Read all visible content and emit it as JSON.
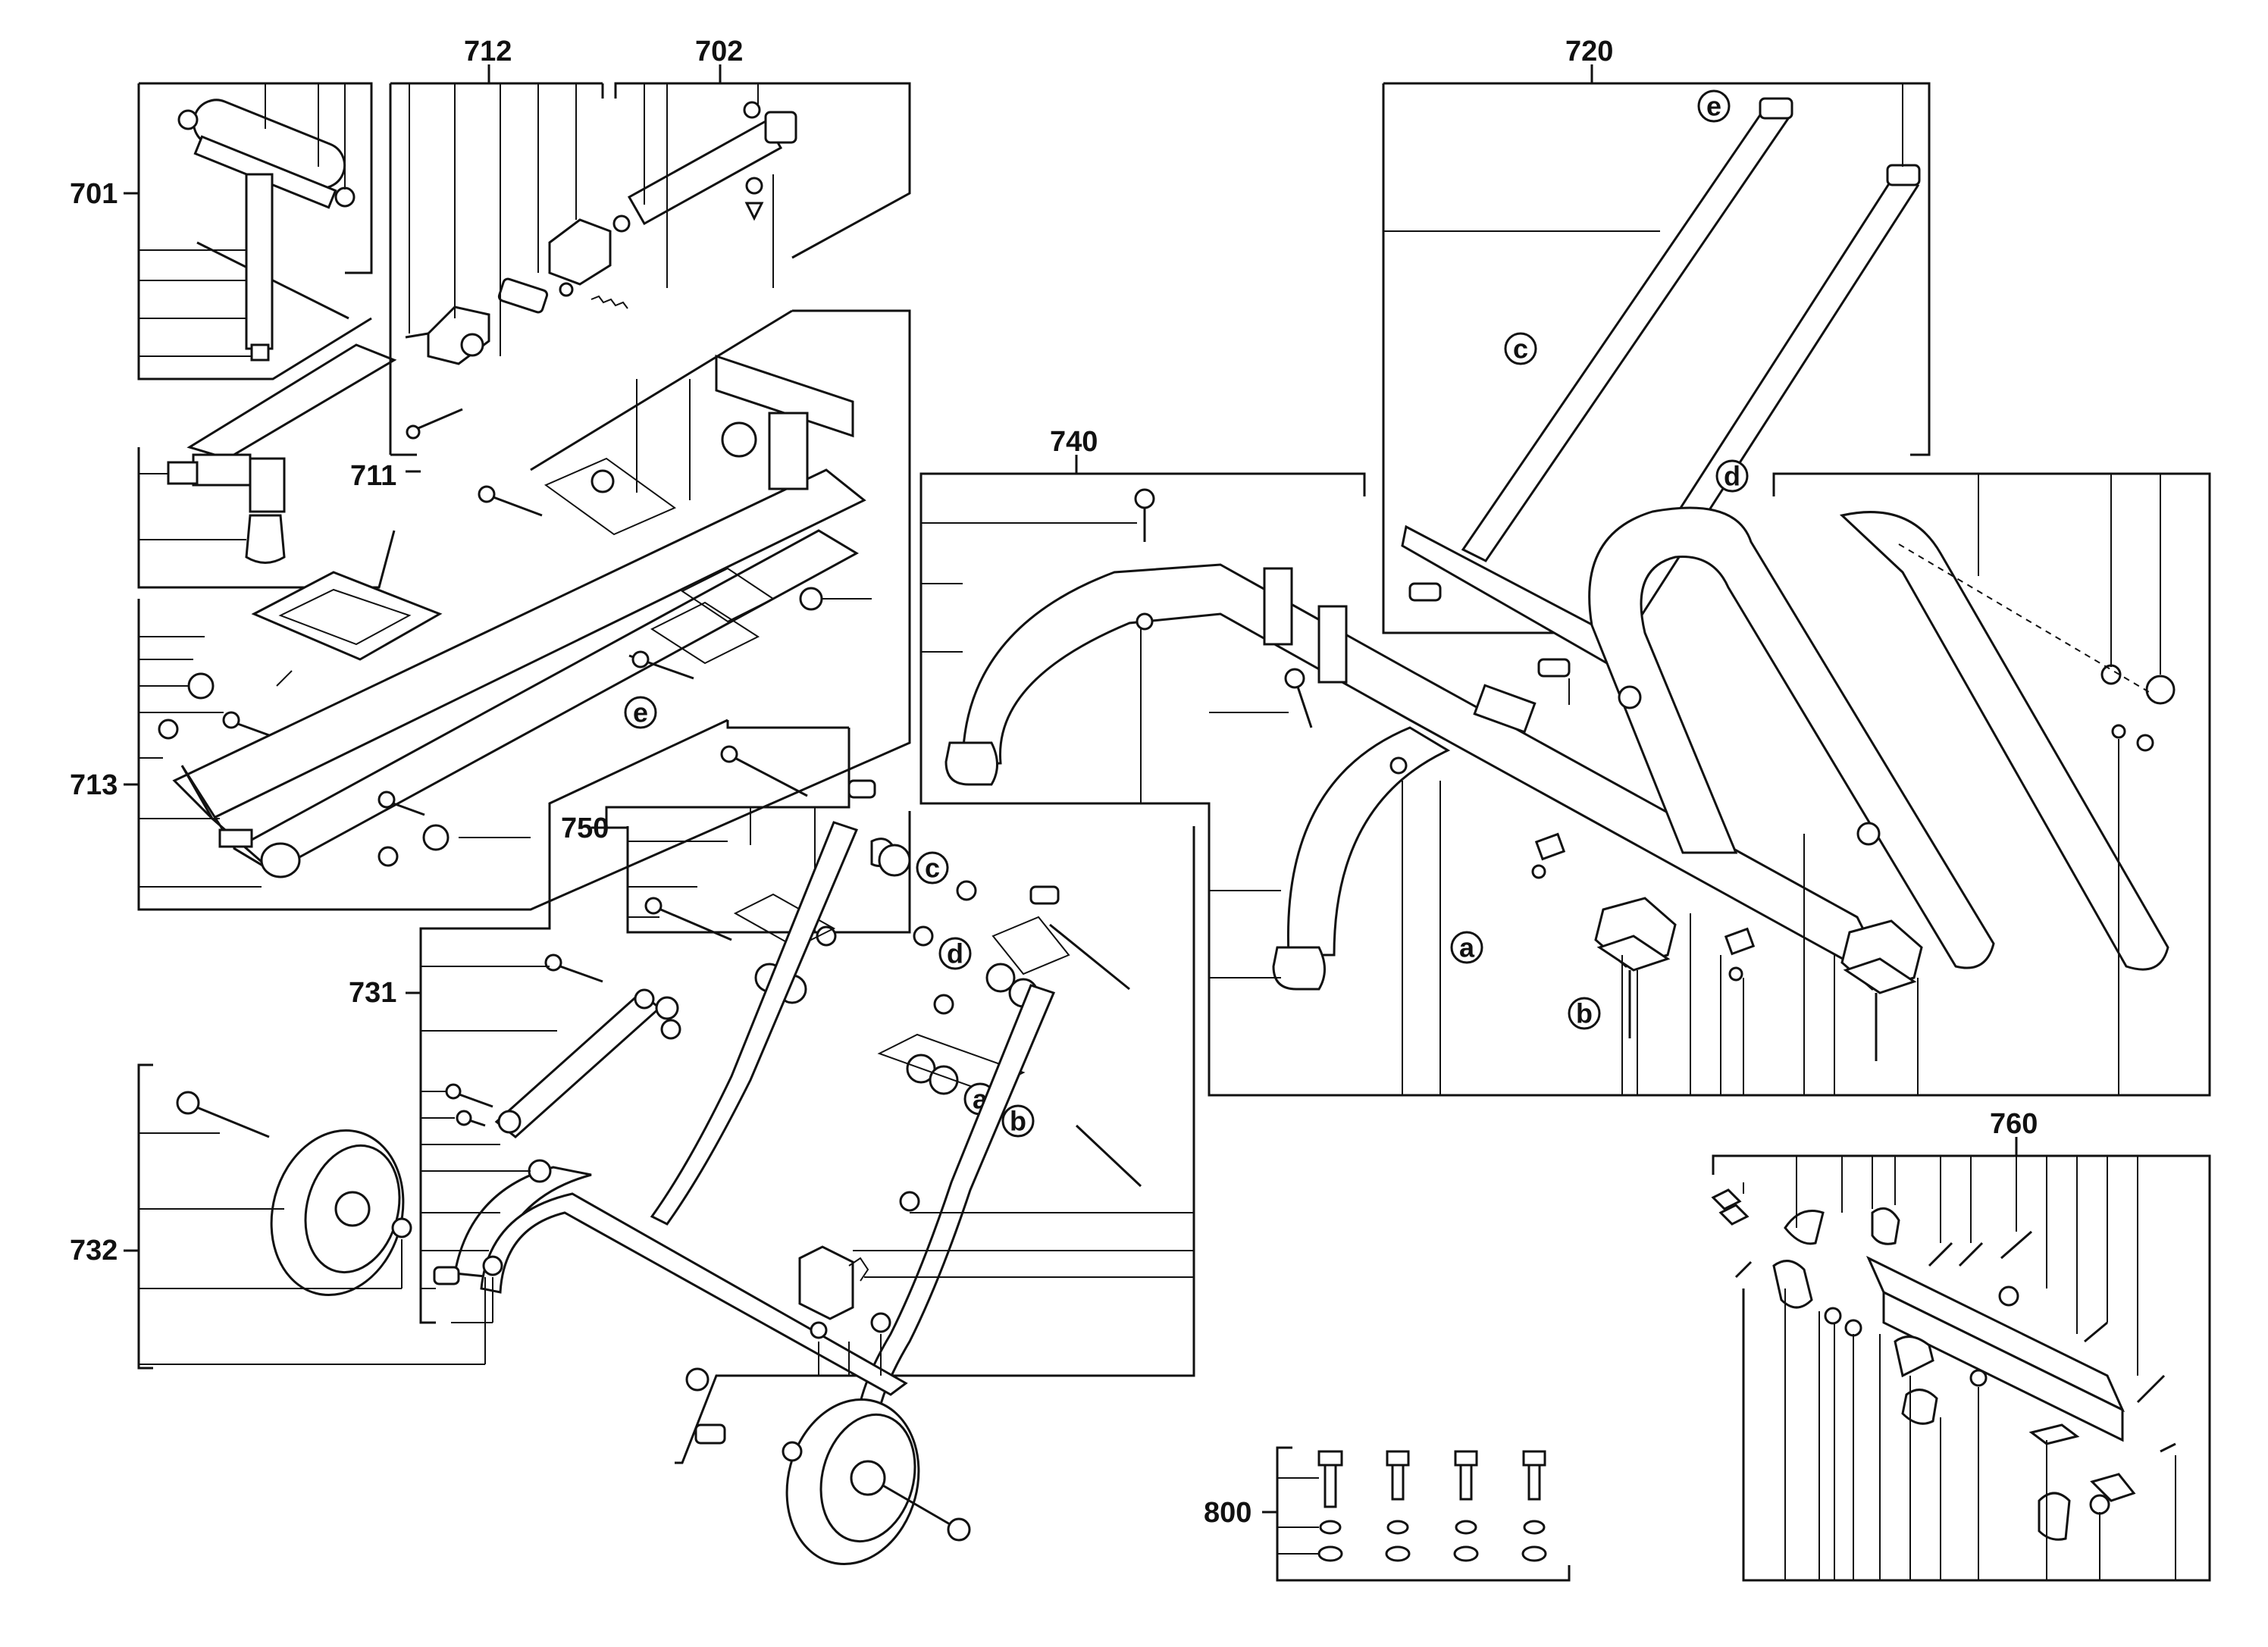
{
  "groups": {
    "g701": "701",
    "g712": "712",
    "g702": "702",
    "g711": "711",
    "g713": "713",
    "g720": "720",
    "g740": "740",
    "g750": "750",
    "g731": "731",
    "g732": "732",
    "g760": "760",
    "g800": "800"
  },
  "callouts": {
    "a": "a",
    "b": "b",
    "c": "c",
    "d": "d",
    "e": "e"
  }
}
